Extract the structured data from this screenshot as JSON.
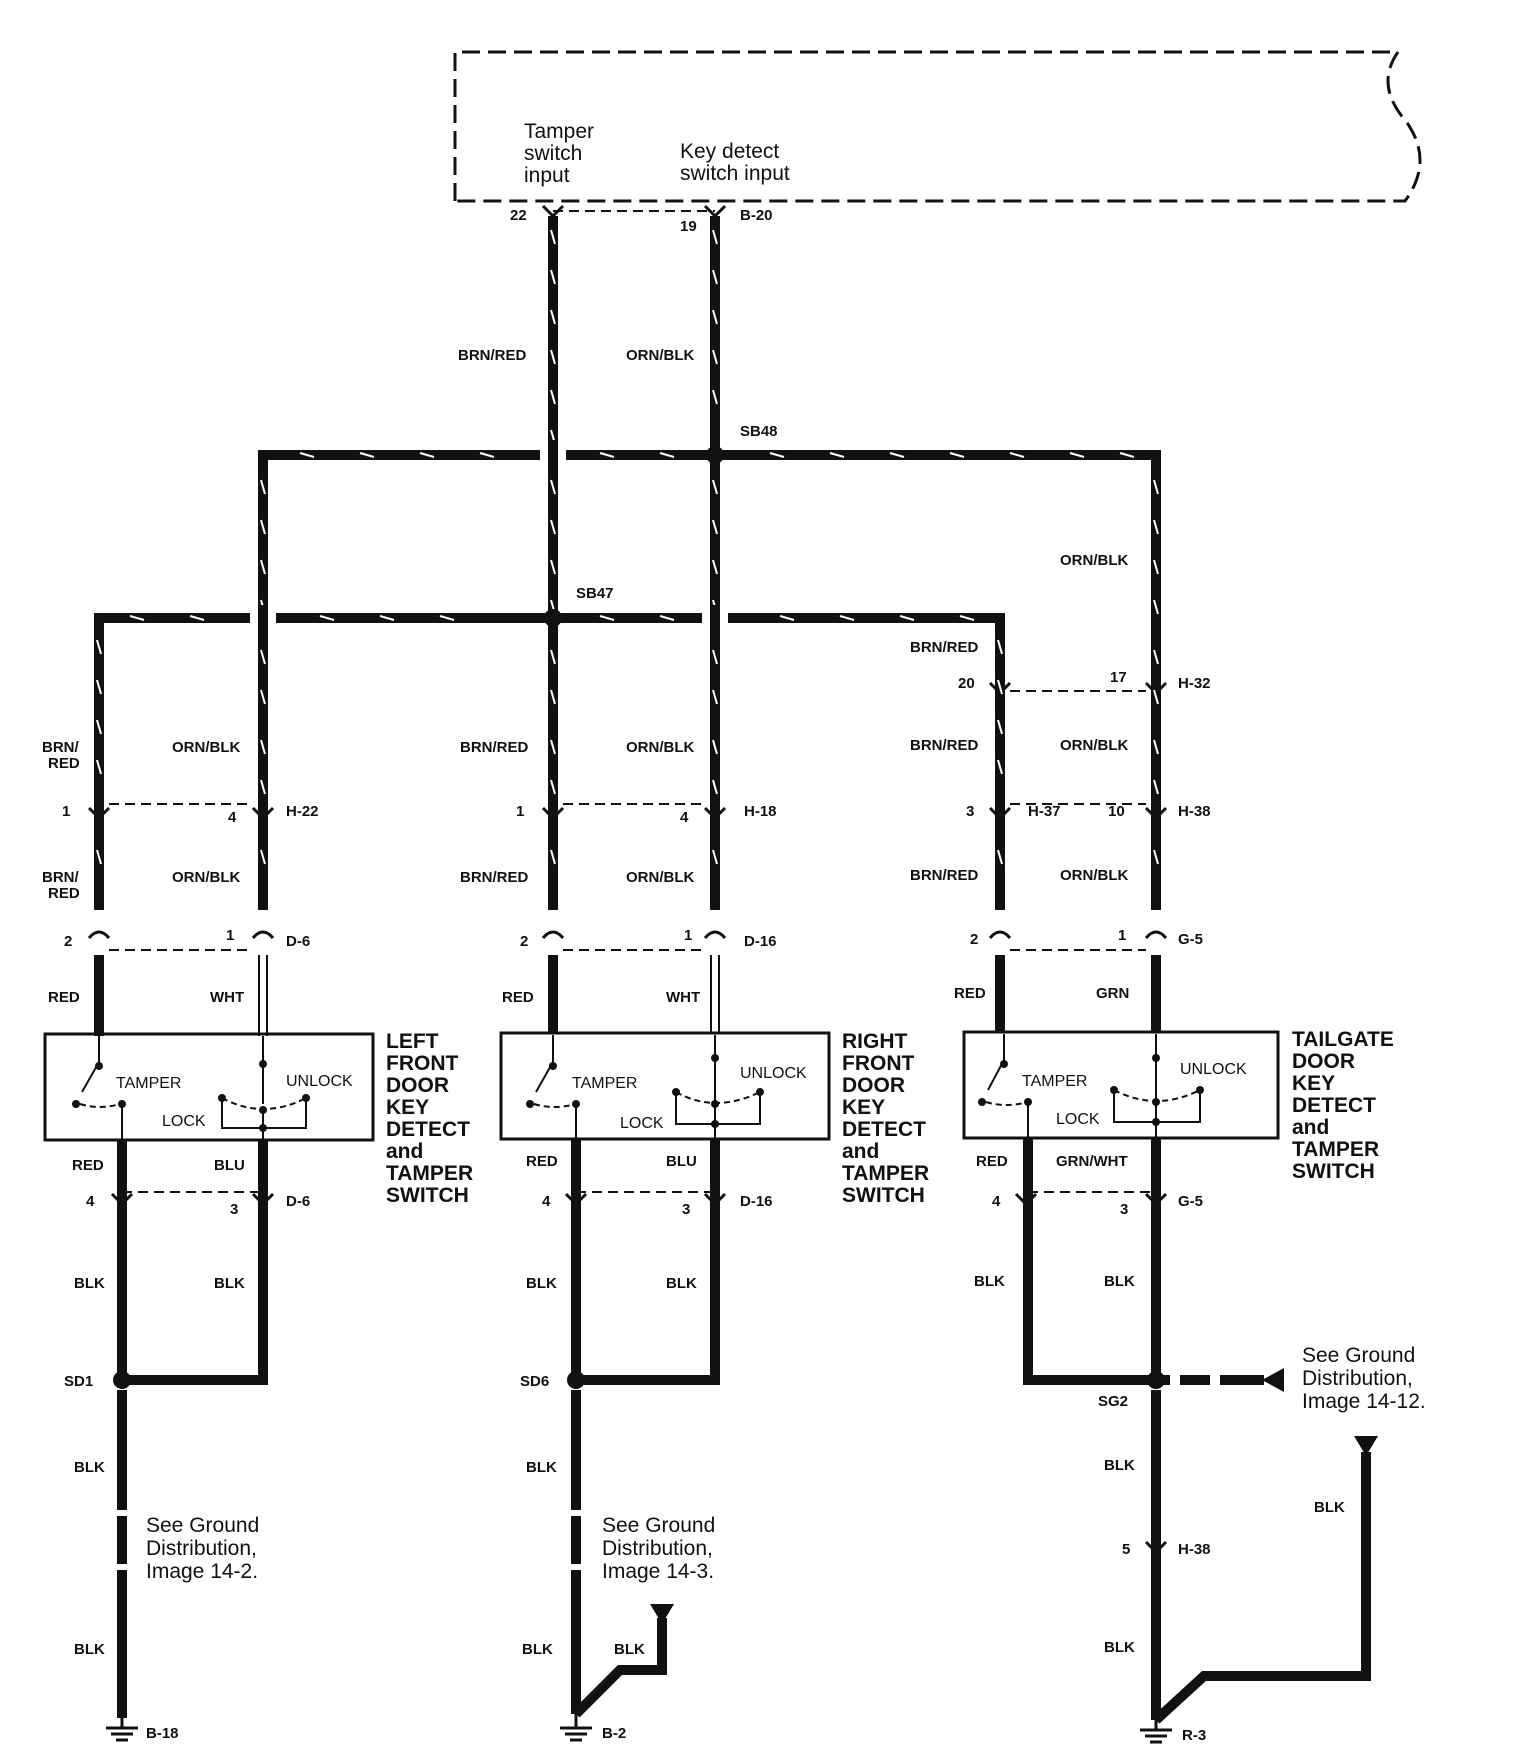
{
  "ecu": {
    "tamper_input": [
      "Tamper",
      "switch",
      "input"
    ],
    "key_input": [
      "Key detect",
      "switch input"
    ],
    "connector": "B-20",
    "pin_tamper": "22",
    "pin_key": "19"
  },
  "splices": {
    "sb48": "SB48",
    "sb47": "SB47",
    "sd1": "SD1",
    "sd6": "SD6",
    "sg2": "SG2"
  },
  "wire_colors": {
    "brn_red": "BRN/RED",
    "orn_blk": "ORN/BLK",
    "brn_red_split": [
      "BRN/",
      "RED"
    ],
    "red": "RED",
    "wht": "WHT",
    "grn": "GRN",
    "blu": "BLU",
    "grn_wht": "GRN/WHT",
    "blk": "BLK"
  },
  "connectors": {
    "h22": "H-22",
    "h18": "H-18",
    "h37": "H-37",
    "h38": "H-38",
    "h32": "H-32",
    "d6": "D-6",
    "d16": "D-16",
    "g5": "G-5",
    "b18": "B-18",
    "b2": "B-2",
    "r3": "R-3"
  },
  "pins": {
    "p1": "1",
    "p2": "2",
    "p3": "3",
    "p4": "4",
    "p5": "5",
    "p10": "10",
    "p17": "17",
    "p20": "20"
  },
  "switch": {
    "tamper": "TAMPER",
    "unlock": "UNLOCK",
    "lock": "LOCK"
  },
  "components": {
    "left": [
      "LEFT",
      "FRONT",
      "DOOR",
      "KEY",
      "DETECT",
      "and",
      "TAMPER",
      "SWITCH"
    ],
    "right": [
      "RIGHT",
      "FRONT",
      "DOOR",
      "KEY",
      "DETECT",
      "and",
      "TAMPER",
      "SWITCH"
    ],
    "tailgate": [
      "TAILGATE",
      "DOOR",
      "KEY",
      "DETECT",
      "and",
      "TAMPER",
      "SWITCH"
    ]
  },
  "notes": {
    "ground_142": [
      "See Ground",
      "Distribution,",
      "Image 14-2."
    ],
    "ground_143": [
      "See Ground",
      "Distribution,",
      "Image 14-3."
    ],
    "ground_1412": [
      "See Ground",
      "Distribution,",
      "Image 14-12."
    ]
  }
}
